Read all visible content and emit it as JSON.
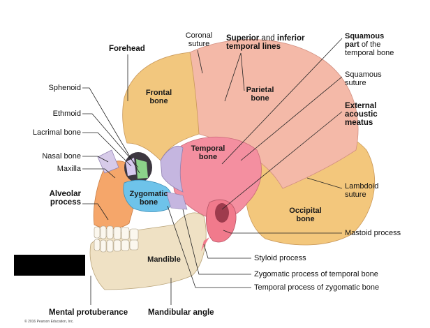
{
  "labels": {
    "forehead": "Forehead",
    "coronal_suture": "Coronal\nsuture",
    "sup_inf_temporal_lines_a": "Superior",
    "sup_inf_temporal_lines_b": " and ",
    "sup_inf_temporal_lines_c": "inferior",
    "sup_inf_temporal_lines_d": "temporal lines",
    "squamous_part_a": "Squamous",
    "squamous_part_b": "part",
    "squamous_part_c": " of the",
    "squamous_part_d": "temporal bone",
    "squamous_suture": "Squamous\nsuture",
    "external_acoustic_meatus": "External\nacoustic\nmeatus",
    "sphenoid": "Sphenoid",
    "ethmoid": "Ethmoid",
    "lacrimal_bone": "Lacrimal bone",
    "nasal_bone": "Nasal bone",
    "maxilla": "Maxilla",
    "alveolar_process": "Alveolar\nprocess",
    "lambdoid_suture": "Lambdoid\nsuture",
    "mastoid_process": "Mastoid process",
    "styloid_process": "Styloid process",
    "zygomatic_process_temporal": "Zygomatic process of temporal bone",
    "temporal_process_zygomatic": "Temporal process of zygomatic bone",
    "mental_protuberance": "Mental protuberance",
    "mandibular_angle": "Mandibular angle"
  },
  "bones": {
    "frontal": "Frontal\nbone",
    "parietal": "Parietal\nbone",
    "temporal": "Temporal\nbone",
    "zygomatic": "Zygomatic\nbone",
    "occipital": "Occipital\nbone",
    "mandible": "Mandible"
  },
  "copyright": "© 2016 Pearson Education, Inc.",
  "colors": {
    "frontal": "#f2c77e",
    "parietal": "#f4b9a8",
    "temporal": "#f48fa0",
    "occipital": "#f3c77c",
    "zygomatic": "#6ec3ea",
    "maxilla": "#f5a66a",
    "mandible": "#efe1c4",
    "sphenoid": "#c5b6e0",
    "ethmoid": "#8cd28a",
    "lacrimal": "#d6c9ef",
    "leader": "#222222"
  }
}
